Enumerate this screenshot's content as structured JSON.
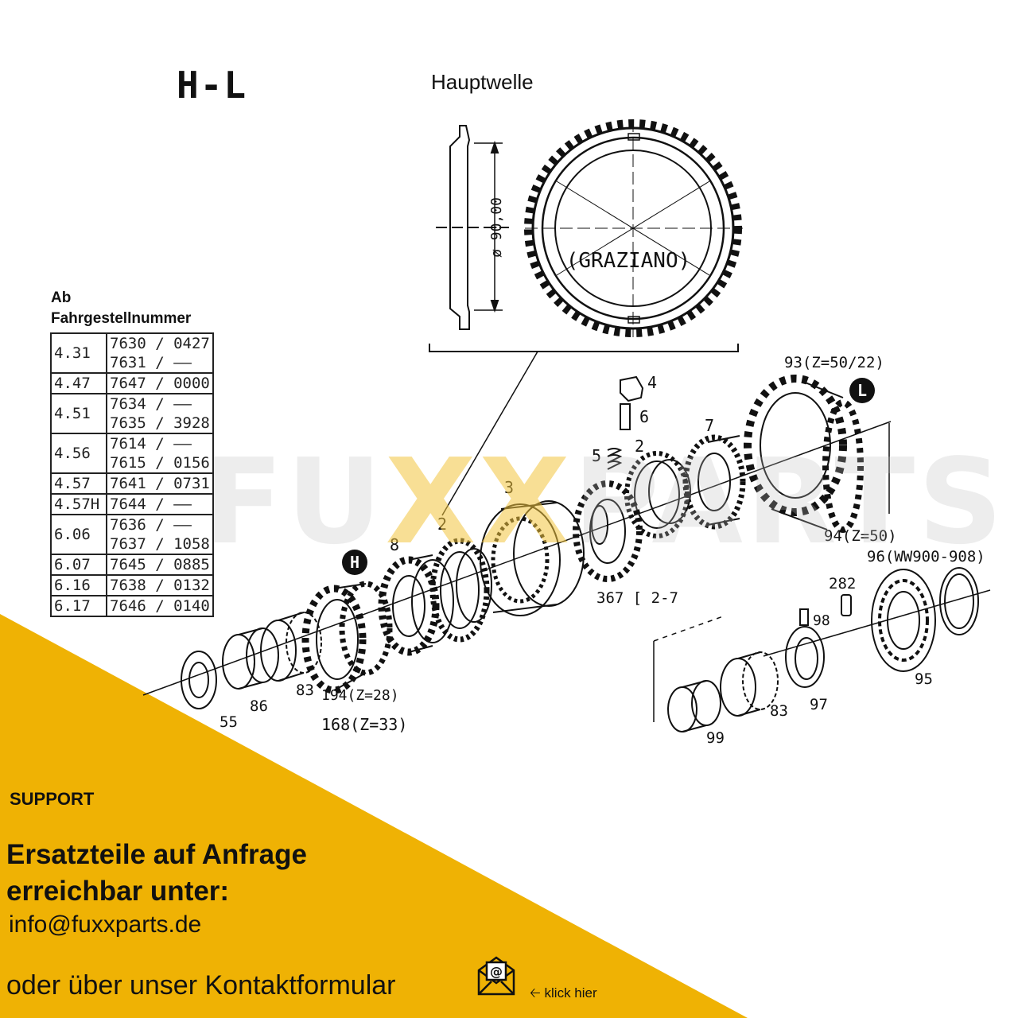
{
  "page_title": "H-L",
  "section_title": "Hauptwelle",
  "table": {
    "heading_line1": "Ab",
    "heading_line2": "Fahrgestellnummer",
    "rows": [
      {
        "model": "4.31",
        "numbers": [
          "7630 / 0427",
          "7631 / ——"
        ]
      },
      {
        "model": "4.47",
        "numbers": [
          "7647 / 0000"
        ]
      },
      {
        "model": "4.51",
        "numbers": [
          "7634 / ——",
          "7635 / 3928"
        ]
      },
      {
        "model": "4.56",
        "numbers": [
          "7614 / ——",
          "7615 / 0156"
        ]
      },
      {
        "model": "4.57",
        "numbers": [
          "7641 / 0731"
        ]
      },
      {
        "model": "4.57H",
        "numbers": [
          "7644 / ——"
        ]
      },
      {
        "model": "6.06",
        "numbers": [
          "7636 / ——",
          "7637 / 1058"
        ]
      },
      {
        "model": "6.07",
        "numbers": [
          "7645 / 0885"
        ]
      },
      {
        "model": "6.16",
        "numbers": [
          "7638 / 0132"
        ]
      },
      {
        "model": "6.17",
        "numbers": [
          "7646 / 0140"
        ]
      }
    ]
  },
  "diagram": {
    "dimension_label": "ø 90,00",
    "ring_brand": "(GRAZIANO)",
    "marker_h": "H",
    "marker_l": "L",
    "labels": {
      "p93": "93(Z=50/22)",
      "p4": "4",
      "p6": "6",
      "p5": "5",
      "p2a": "2",
      "p7": "7",
      "p3": "3",
      "p2b": "2",
      "p8": "8",
      "p94": "94(Z=50)",
      "p96": "96(WW900-908)",
      "p282": "282",
      "p367": "367 [ 2-7",
      "p98": "98",
      "p95": "95",
      "p97": "97",
      "p83b": "83",
      "p99": "99",
      "p194": "194(Z=28)",
      "p168": "168(Z=33)",
      "p83a": "83",
      "p86": "86",
      "p55": "55"
    }
  },
  "watermark": {
    "part1": "FU",
    "part2": "XX",
    "part3": "PARTS"
  },
  "support": {
    "label": "SUPPORT",
    "headline_line1": "Ersatzteile auf Anfrage",
    "headline_line2": "erreichbar unter:",
    "email": "info@fuxxparts.de",
    "contact_text": "oder über unser Kontaktformular",
    "link_text": "klick hier",
    "mail_icon": "envelope-at-icon"
  },
  "colors": {
    "accent_yellow": "#EFB204",
    "line": "#111111",
    "background": "#ffffff"
  }
}
